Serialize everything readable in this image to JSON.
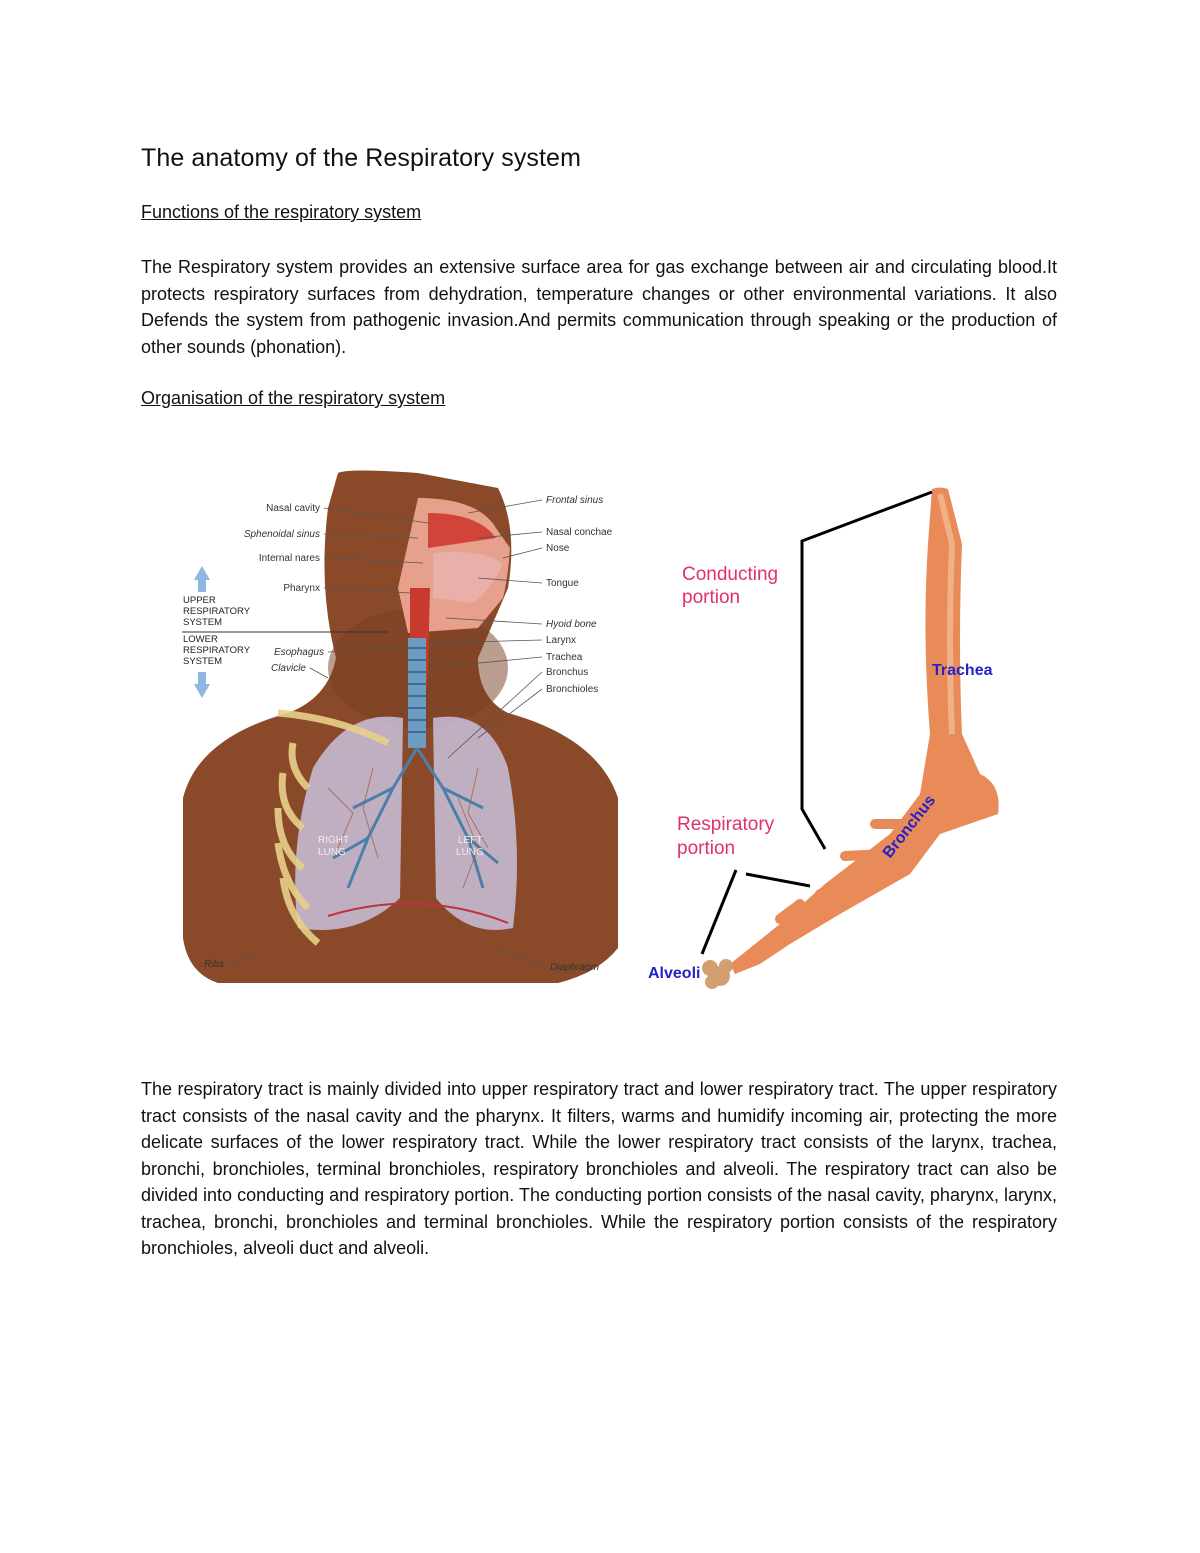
{
  "document": {
    "title": "The anatomy of the Respiratory system",
    "section1_heading": "Functions of the respiratory system",
    "section1_paragraph": "The Respiratory system provides an extensive surface area for gas exchange between air and circulating blood.It protects respiratory surfaces from dehydration, temperature changes or other environmental variations. It also Defends the system from pathogenic invasion.And permits communication through speaking or the production of other sounds (phonation).",
    "section2_heading": "Organisation of the respiratory system",
    "section2_paragraph": "The respiratory tract is mainly divided into upper respiratory tract and lower respiratory tract. The upper respiratory tract consists of the nasal cavity and the pharynx. It filters, warms and humidify incoming air, protecting the more delicate surfaces of the lower respiratory tract. While the lower respiratory tract consists of the larynx, trachea, bronchi, bronchioles, terminal bronchioles, respiratory bronchioles and alveoli. The respiratory tract can also be divided into conducting and respiratory portion. The conducting portion consists of the nasal cavity, pharynx, larynx, trachea, bronchi, bronchioles and terminal bronchioles. While the respiratory portion consists of the respiratory bronchioles, alveoli duct and alveoli."
  },
  "figure_left": {
    "labels_left": {
      "nasal_cavity": "Nasal cavity",
      "sphenoidal_sinus": "Sphenoidal sinus",
      "internal_nares": "Internal nares",
      "pharynx": "Pharynx",
      "esophagus": "Esophagus",
      "clavicle": "Clavicle",
      "ribs": "Ribs"
    },
    "upper_system": [
      "UPPER",
      "RESPIRATORY",
      "SYSTEM"
    ],
    "lower_system": [
      "LOWER",
      "RESPIRATORY",
      "SYSTEM"
    ],
    "labels_right": {
      "frontal_sinus": "Frontal sinus",
      "nasal_conchae": "Nasal conchae",
      "nose": "Nose",
      "tongue": "Tongue",
      "hyoid_bone": "Hyoid bone",
      "larynx": "Larynx",
      "trachea": "Trachea",
      "bronchus": "Bronchus",
      "bronchioles": "Bronchioles",
      "diaphragm": "Diaphragm"
    },
    "right_lung": [
      "RIGHT",
      "LUNG"
    ],
    "left_lung": [
      "LEFT",
      "LUNG"
    ]
  },
  "figure_right": {
    "conducting": [
      "Conducting",
      "portion"
    ],
    "respiratory": [
      "Respiratory",
      "portion"
    ],
    "trachea": "Trachea",
    "bronchus": "Bronchus",
    "alveoli": "Alveoli"
  },
  "colors": {
    "skin": "#8a4a2a",
    "airway": "#e88b58",
    "pink_label": "#e0306a",
    "blue_label": "#2323c8",
    "lung": "#c9c0dc"
  }
}
